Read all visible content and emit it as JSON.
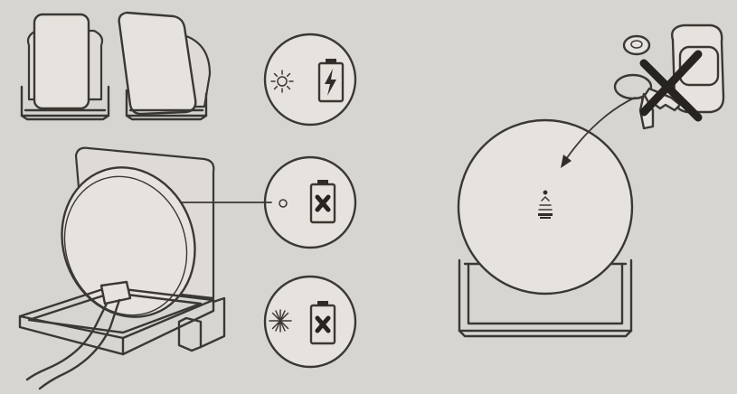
{
  "colors": {
    "background": "#d7d5d2",
    "line": "#3b3834",
    "fill": "#e6e2dd"
  },
  "indicators": [
    {
      "state": "light-on",
      "icon": "charging-battery-icon"
    },
    {
      "state": "light-off",
      "icon": "battery-x-icon"
    },
    {
      "state": "light-blinking",
      "icon": "battery-x-icon"
    }
  ],
  "warning": {
    "icon": "no-metal-objects-icon"
  }
}
